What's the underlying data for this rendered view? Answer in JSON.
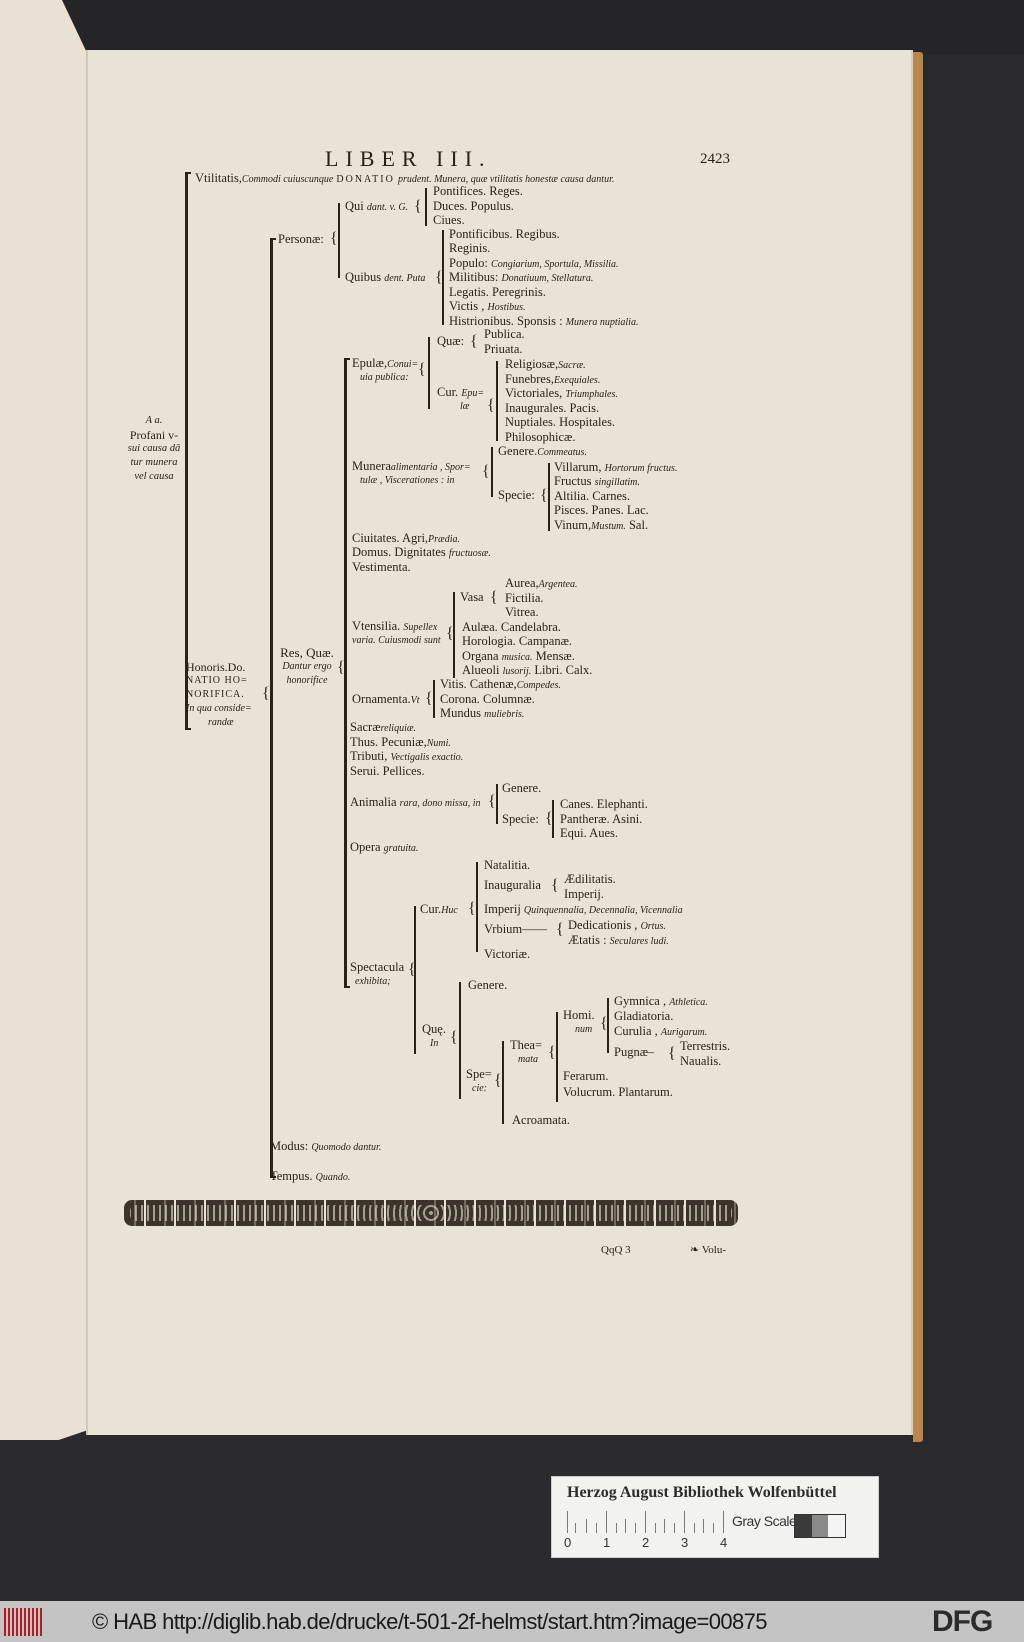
{
  "header": {
    "running_title": "LIBER III.",
    "page_number": "2423"
  },
  "root": {
    "utilitatis": {
      "main": "Vtilitatis,",
      "italic": "Commodi cuiuscunque",
      "caps": "DONATIO",
      "rest": "prudent. Munera, quæ vtilitatis honestæ causa dantur."
    },
    "side_note": {
      "line1": "A a.",
      "line2": "Profani v-",
      "line3": "sui causa dā",
      "line4": "tur munera",
      "line5": "vel causa"
    },
    "honoris": {
      "line1": "Honoris.Do.",
      "line2": "NATIO HO=",
      "line3": "NORIFICA.",
      "line4": "In qua conside=",
      "line5": "randæ"
    }
  },
  "personae": {
    "label": "Personæ:",
    "qui_dant": {
      "label": "Qui",
      "italic": "dant. v. G.",
      "items": [
        "Pontifices.  Reges.",
        "Duces.  Populus.",
        "Ciues."
      ]
    },
    "quibus": {
      "label": "Quibus",
      "italic": "dent. Puta",
      "items": [
        {
          "text": "Pontificibus.  Regibus.",
          "note": ""
        },
        {
          "text": "Reginis.",
          "note": ""
        },
        {
          "text": "Populo:",
          "note": "Congiarium, Sportula, Missilia."
        },
        {
          "text": "Militibus:",
          "note": "Donatiuum, Stellatura."
        },
        {
          "text": "Legatis.  Peregrinis.",
          "note": ""
        },
        {
          "text": "Victis ,",
          "note": "Hostibus."
        },
        {
          "text": "Histrionibus.  Sponsis :",
          "note": "Munera nuptialia."
        }
      ]
    }
  },
  "res": {
    "label": "Res, Quæ.",
    "italic1": "Dantur ergo",
    "italic2": "honorifice",
    "epulae": {
      "label": "Epulæ,",
      "italic1": "Conui=",
      "italic2": "uia publica:",
      "quae": {
        "label": "Quæ:",
        "items": [
          "Publica.",
          "Priuata."
        ]
      },
      "cur": {
        "label": "Cur.",
        "italic1": "Epu=",
        "italic2": "læ",
        "items": [
          {
            "text": "Religiosæ,",
            "note": "Sacræ."
          },
          {
            "text": "Funebres,",
            "note": "Exequiales."
          },
          {
            "text": "Victoriales,",
            "note": "Triumphales."
          },
          {
            "text": "Inaugurales.  Pacis.",
            "note": ""
          },
          {
            "text": "Nuptiales.  Hospitales.",
            "note": ""
          },
          {
            "text": "Philosophicæ.",
            "note": ""
          }
        ]
      }
    },
    "munera": {
      "label": "Munera",
      "italic1": "alimentaria , Spor=",
      "italic2": "tulæ , Viscerationes : in",
      "genere": {
        "text": "Genere.",
        "note": "Commeatus."
      },
      "specie": {
        "label": "Specie:",
        "items": [
          {
            "text": "Villarum,",
            "note": "Hortorum fructus."
          },
          {
            "text": "Fructus",
            "note": "singillatim."
          },
          {
            "text": "Altilia.  Carnes.",
            "note": ""
          },
          {
            "text": "Pisces.  Panes.  Lac.",
            "note": ""
          },
          {
            "text": "Vinum,",
            "note": "Mustum.",
            "after": "Sal."
          }
        ]
      }
    },
    "simple1": [
      {
        "text": "Ciuitates.   Agri,",
        "note": "Prædia."
      },
      {
        "text": "Domus.    Dignitates",
        "note": "fructuosæ."
      },
      {
        "text": "Vestimenta.",
        "note": ""
      }
    ],
    "utensilia": {
      "label": "Vtensilia.",
      "italic1": "Supellex",
      "italic2": "varia. Cuiusmodi sunt",
      "vasa": {
        "label": "Vasa",
        "items": [
          {
            "text": "Aurea,",
            "note": "Argentea."
          },
          {
            "text": "Fictilia.",
            "note": ""
          },
          {
            "text": "Vitrea.",
            "note": ""
          }
        ]
      },
      "items": [
        {
          "text": "Aulæa.  Candelabra.",
          "note": ""
        },
        {
          "text": "Horologia.  Campanæ.",
          "note": ""
        },
        {
          "text": "Organa",
          "note": "musica.",
          "after": "Mensæ."
        },
        {
          "text": "Alueoli",
          "note": "lusorij.",
          "after": "Libri.  Calx."
        }
      ]
    },
    "ornamenta": {
      "label": "Ornamenta.",
      "italic": "Vt",
      "items": [
        {
          "text": "Vitis.  Cathenæ,",
          "note": "Compedes."
        },
        {
          "text": "Corona.  Columnæ.",
          "note": ""
        },
        {
          "text": "Mundus",
          "note": "muliebris."
        }
      ]
    },
    "simple2": [
      {
        "text": "Sacræ",
        "note": "reliquiæ."
      },
      {
        "text": "Thus.  Pecuniæ,",
        "note": "Numi."
      },
      {
        "text": "Tributi,",
        "note": "Vectigalis exactio."
      },
      {
        "text": "Serui.  Pellices.",
        "note": ""
      }
    ],
    "animalia": {
      "label": "Animalia",
      "italic": "rara, dono missa, in",
      "genere": "Genere.",
      "specie": {
        "label": "Specie:",
        "items": [
          "Canes.  Elephanti.",
          "Pantheræ.  Asini.",
          "Equi.  Aues."
        ]
      }
    },
    "opera": {
      "text": "Opera",
      "note": "gratuita."
    },
    "spectacula": {
      "label": "Spectacula",
      "italic": "exhibita;",
      "cur": {
        "label": "Cur.",
        "italic": "Huc",
        "natalitia": "Natalitia.",
        "inauguralia": {
          "label": "Inauguralia",
          "items": [
            "Ædilitatis.",
            "Imperij."
          ]
        },
        "imperij": {
          "text": "Imperij",
          "note": "Quinquennalia, Decennalia, Vicennalia"
        },
        "urbium": {
          "label": "Vrbium——",
          "items": [
            {
              "text": "Dedicationis ,",
              "note": "Ortus."
            },
            {
              "text": "Ætatis :",
              "note": "Seculares ludi."
            }
          ]
        },
        "victoriae": "Victoriæ."
      },
      "quae": {
        "label": "Quę.",
        "italic": "In",
        "genere": "Genere.",
        "specie": {
          "label": "Spe=",
          "label2": "cie:",
          "theamata": {
            "label": "Thea=",
            "label2": "mata",
            "hominum": {
              "label": "Homi.",
              "label2": "num",
              "items": [
                {
                  "text": "Gymnica ,",
                  "note": "Athletica."
                },
                {
                  "text": "Gladiatoria.",
                  "note": ""
                },
                {
                  "text": "Curulia ,",
                  "note": "Aurigarum."
                }
              ],
              "pugnae": {
                "label": "Pugnæ–",
                "items": [
                  "Terrestris.",
                  "Naualis."
                ]
              }
            },
            "ferarum": "Ferarum.",
            "volucrum": "Volucrum.   Plantarum."
          },
          "acroamata": "Acroamata."
        }
      }
    }
  },
  "modus": {
    "text": "Modus:",
    "note": "Quomodo dantur."
  },
  "tempus": {
    "text": "Tempus.",
    "note": "Quando."
  },
  "signature": {
    "mark": "QqQ 3",
    "catchword": "Volu-"
  },
  "library_card": {
    "title": "Herzog August Bibliothek Wolfenbüttel",
    "scale_label": "Gray Scale",
    "ruler_numbers": [
      "0",
      "1",
      "2",
      "3",
      "4"
    ],
    "gray_colors": [
      "#3a3a3a",
      "#8a8a8a",
      "#f4f4f4"
    ]
  },
  "footer": {
    "copyright": "© HAB http://diglib.hab.de/drucke/t-501-2f-helmst/start.htm?image=00875",
    "dfg": "DFG"
  }
}
